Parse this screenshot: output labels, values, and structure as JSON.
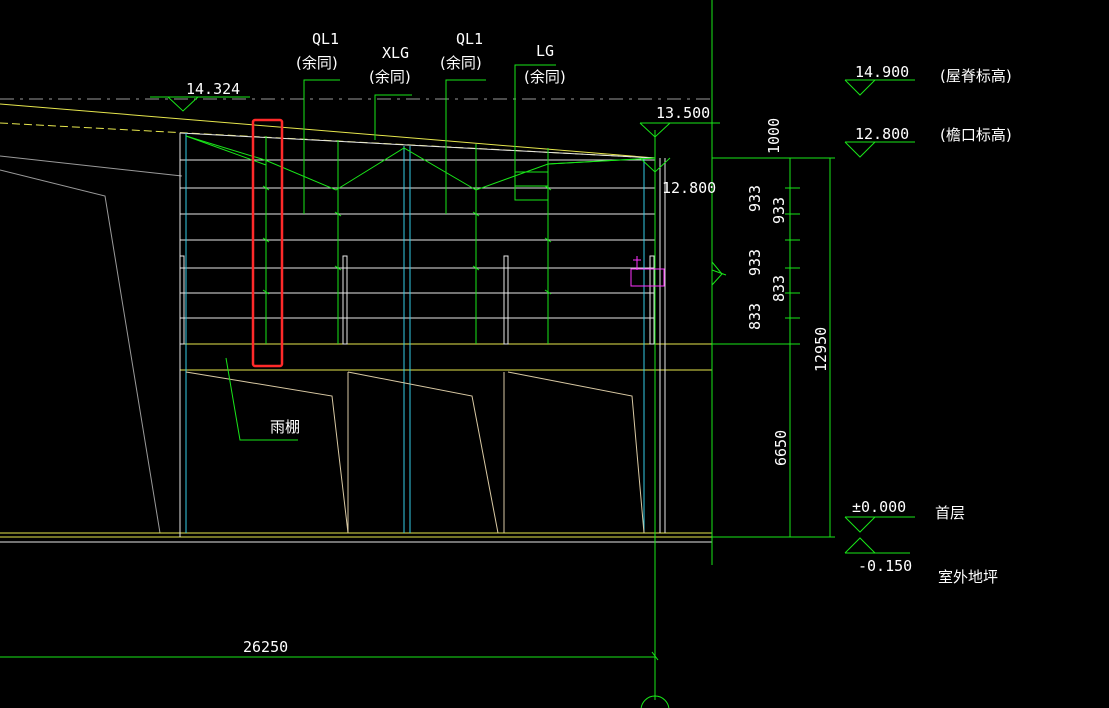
{
  "colors": {
    "background": "#000000",
    "green": "#19e619",
    "yellow": "#e6e64d",
    "cyan": "#33cce6",
    "white": "#e6e6e6",
    "gray": "#9a9a9a",
    "tan": "#d9c9a3",
    "red": "#ff2a2a",
    "magenta": "#ff33ff",
    "text": "#ffffff"
  },
  "member_labels": [
    {
      "name": "QL1",
      "note": "(余同)"
    },
    {
      "name": "XLG",
      "note": "(余同)"
    },
    {
      "name": "QL1",
      "note": "(余同)"
    },
    {
      "name": "LG",
      "note": "(余同)"
    }
  ],
  "elevations": {
    "left_slope": "14.324",
    "ridge_right": "13.500",
    "eave_right": "12.800",
    "roof_ridge": "14.900",
    "roof_ridge_note": "(屋脊标高)",
    "eave": "12.800",
    "eave_note": "(檐口标高)",
    "ground_floor": "±0.000",
    "ground_floor_note": "首层",
    "outdoor": "-0.150",
    "outdoor_note": "室外地坪"
  },
  "dimensions": {
    "top": "1000",
    "segments": [
      "933",
      "933",
      "933",
      "833",
      "833"
    ],
    "upper_total": "12950",
    "lower": "6650",
    "width": "26250"
  },
  "canopy_label": "雨棚"
}
